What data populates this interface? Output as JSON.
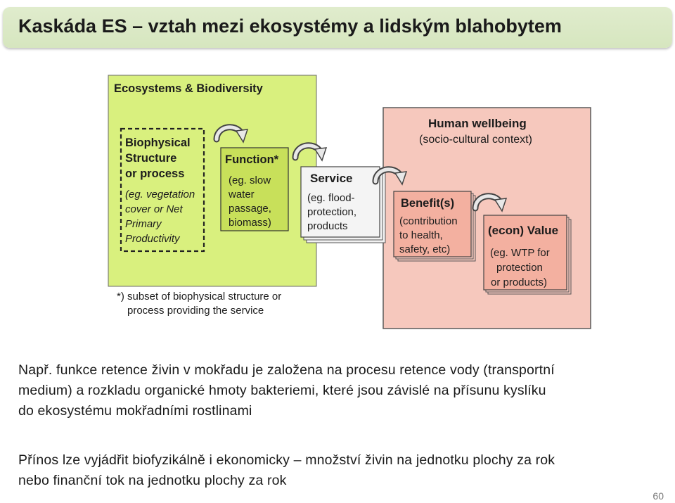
{
  "slide": {
    "title": "Kaskáda ES – vztah mezi ekosystémy a lidským blahobytem",
    "page_number": "60"
  },
  "diagram": {
    "ecosystems_label": "Ecosystems & Biodiversity",
    "biophysical": [
      "Biophysical",
      "Structure",
      "or process"
    ],
    "biophysical_example": [
      "(eg. vegetation",
      "cover or Net",
      "Primary",
      "Productivity"
    ],
    "function_title": "Function*",
    "function_example": [
      "(eg. slow",
      "water",
      "passage,",
      "biomass)"
    ],
    "service_title": "Service",
    "service_example": [
      "(eg. flood-",
      "protection,",
      "products"
    ],
    "human_title": "Human wellbeing",
    "human_subtitle": "(socio-cultural context)",
    "benefit_title": "Benefit(s)",
    "benefit_example": [
      "(contribution",
      "to health,",
      "safety, etc)"
    ],
    "value_title": "(econ) Value",
    "value_example": [
      "(eg. WTP for",
      "protection",
      "or products)"
    ],
    "footnote": [
      "*) subset of biophysical structure or",
      "process providing the service"
    ],
    "colors": {
      "green": "#d9f07e",
      "pink": "#f6c8bd",
      "pink_dark": "#f3b0a0",
      "grey": "#f2f2f2"
    }
  },
  "paragraphs": {
    "p1_lines": [
      "Např. funkce retence živin v mokřadu je založena na procesu retence vody (transportní",
      "medium) a rozkladu organické hmoty bakteriemi, které jsou závislé na přísunu kyslíku",
      "do ekosystému mokřadními rostlinami"
    ],
    "p2_lines": [
      "Přínos lze vyjádřit biofyzikálně i ekonomicky – množství živin na jednotku plochy za rok",
      "nebo finanční tok na jednotku plochy za rok"
    ]
  }
}
